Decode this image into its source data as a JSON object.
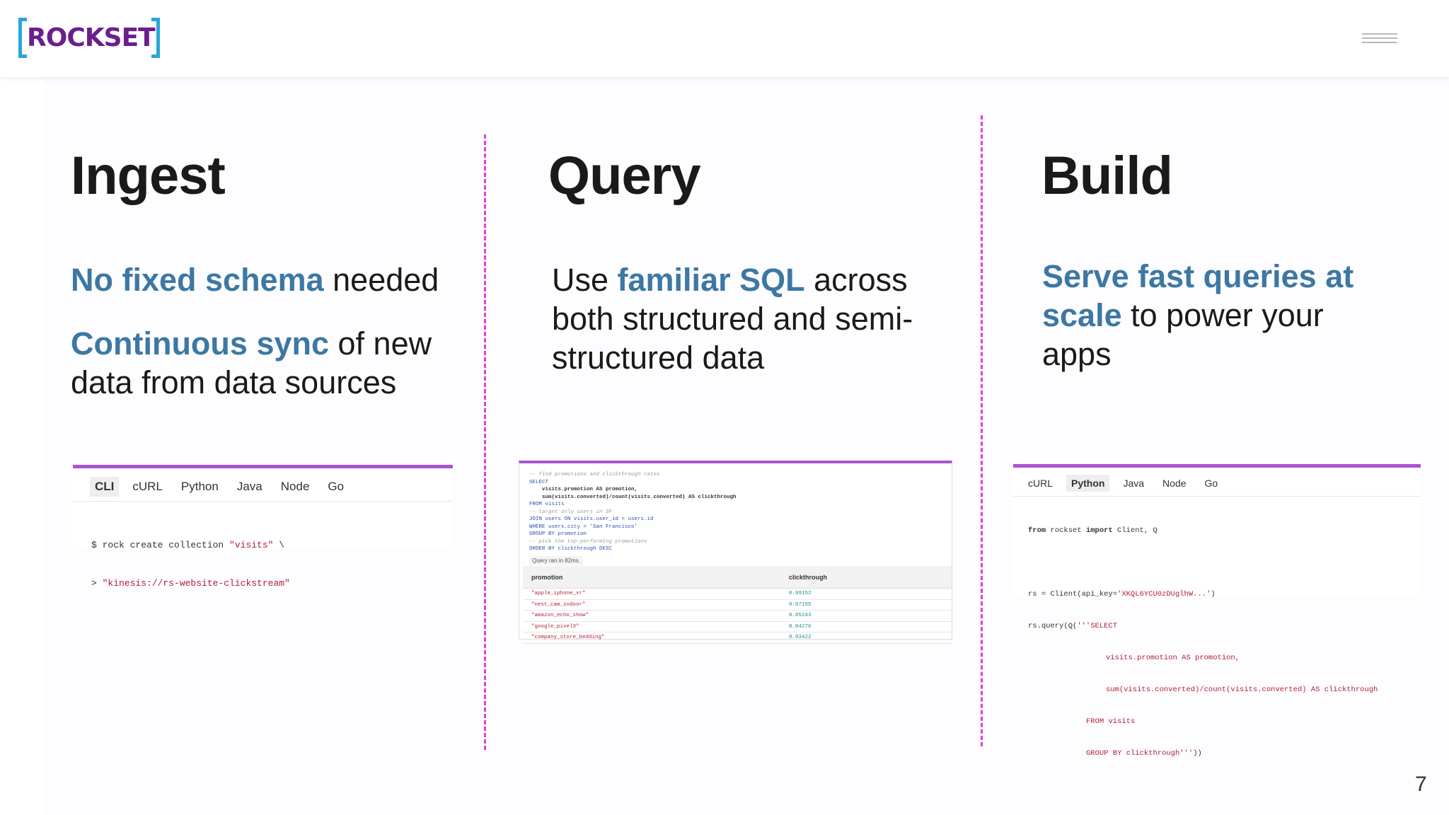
{
  "header": {
    "logo_text": "ROCKSET",
    "logo_colors": {
      "bracket": "#2aa6d8",
      "text": "#6b1e8c"
    },
    "menu_icon": "hamburger-menu-icon"
  },
  "columns": [
    {
      "title": "Ingest",
      "p1_hl": "No fixed schema",
      "p1_rest": " needed",
      "p2_hl": "Continuous sync",
      "p2_rest": " of new data from data sources"
    },
    {
      "title": "Query",
      "p_pre": "Use ",
      "p_hl": "familiar SQL",
      "p_rest": " across both structured and semi-structured data"
    },
    {
      "title": "Build",
      "p_hl": "Serve fast queries at scale",
      "p_rest": " to power your apps"
    }
  ],
  "ingest_panel": {
    "tabs": [
      "CLI",
      "cURL",
      "Python",
      "Java",
      "Node",
      "Go"
    ],
    "active_tab": "CLI",
    "line1_cmd": "$ rock create collection ",
    "line1_str": "\"visits\"",
    "line1_end": " \\",
    "line2_prompt": "> ",
    "line2_str": "\"kinesis://rs-website-clickstream\""
  },
  "query_panel": {
    "sql_lines": [
      "-- find promotions and clickthrough rates",
      "SELECT",
      "    visits.promotion AS promotion,",
      "    sum(visits.converted)/count(visits.converted) AS clickthrough",
      "FROM visits",
      "-- target only users in SF",
      "JOIN users ON visits.user_id = users.id",
      "WHERE users.city = 'San Francisco'",
      "GROUP BY promotion",
      "-- pick the top-performing promotions",
      "ORDER BY clickthrough DESC"
    ],
    "status": "Query ran in 82ms.",
    "columns": [
      "promotion",
      "clickthrough"
    ],
    "rows": [
      [
        "\"apple_iphone_xr\"",
        "0.09152"
      ],
      [
        "\"nest_cam_indoor\"",
        "0.07155"
      ],
      [
        "\"amazon_echo_show\"",
        "0.05243"
      ],
      [
        "\"google_pixel3\"",
        "0.04276"
      ],
      [
        "\"company_store_bedding\"",
        "0.03422"
      ]
    ]
  },
  "build_panel": {
    "tabs": [
      "cURL",
      "Python",
      "Java",
      "Node",
      "Go"
    ],
    "active_tab": "Python",
    "l1_kw1": "from",
    "l1_mid": " rockset ",
    "l1_kw2": "import",
    "l1_end": " Client, Q",
    "l2_pre": "rs = Client(api_key=",
    "l2_str": "'XKQL6YCU0zDUglhW...'",
    "l2_end": ")",
    "l3_pre": "rs.query(Q(",
    "l3_str": "'''SELECT",
    "l4": "visits.promotion AS promotion,",
    "l5": "sum(visits.converted)/count(visits.converted) AS clickthrough",
    "l6": "FROM visits",
    "l7_str": "GROUP BY clickthrough'''",
    "l7_end": "))"
  },
  "page_number": "7"
}
